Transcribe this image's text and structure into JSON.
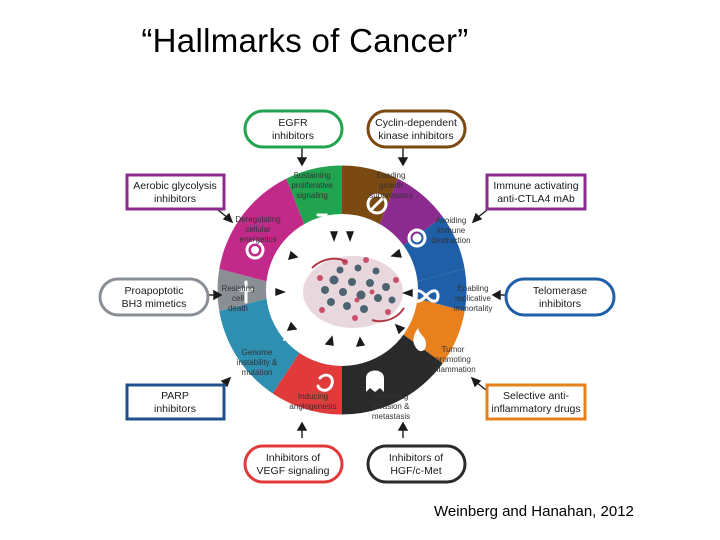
{
  "title": "“Hallmarks of Cancer”",
  "credit": "Weinberg and Hanahan, 2012",
  "colors": {
    "proliferative": "#22a350",
    "growth_suppressors": "#7a4a12",
    "immune": "#8b2b8f",
    "immortality": "#1f5fa8",
    "inflammation": "#e8801e",
    "invasion": "#2a2a2a",
    "angiogenesis": "#e03a3a",
    "genome": "#2e8fb0",
    "cell_death": "#8a8f96",
    "energetics": "#c22a8a"
  },
  "drug_boxes": {
    "egfr": [
      "EGFR",
      "inhibitors"
    ],
    "cdk": [
      "Cyclin-dependent",
      "kinase inhibitors"
    ],
    "immune": [
      "Immune activating",
      "anti-CTLA4 mAb"
    ],
    "telomerase": [
      "Telomerase",
      "inhibitors"
    ],
    "antiinflam": [
      "Selective anti-",
      "inflammatory drugs"
    ],
    "hgf": [
      "Inhibitors of",
      "HGF/c-Met"
    ],
    "vegf": [
      "Inhibitors of",
      "VEGF signaling"
    ],
    "parp": [
      "PARP",
      "inhibitors"
    ],
    "bh3": [
      "Proapoptotic",
      "BH3 mimetics"
    ],
    "glycolysis": [
      "Aerobic glycolysis",
      "inhibitors"
    ]
  },
  "hallmarks": {
    "proliferative": [
      "Sustaining",
      "proliferative",
      "signaling"
    ],
    "growth_suppressors": [
      "Evading",
      "growth",
      "suppressors"
    ],
    "immune": [
      "Avoiding",
      "immune",
      "destruction"
    ],
    "immortality": [
      "Enabling",
      "replicative",
      "immortality"
    ],
    "inflammation": [
      "Tumor",
      "promoting",
      "inflammation"
    ],
    "invasion": [
      "Activating",
      "invasion &",
      "metastasis"
    ],
    "angiogenesis": [
      "Inducing",
      "angiogenesis"
    ],
    "genome": [
      "Genome",
      "instability &",
      "mutation"
    ],
    "cell_death": [
      "Resisting",
      "cell",
      "death"
    ],
    "energetics": [
      "Deregulating",
      "cellular",
      "energetics"
    ]
  }
}
